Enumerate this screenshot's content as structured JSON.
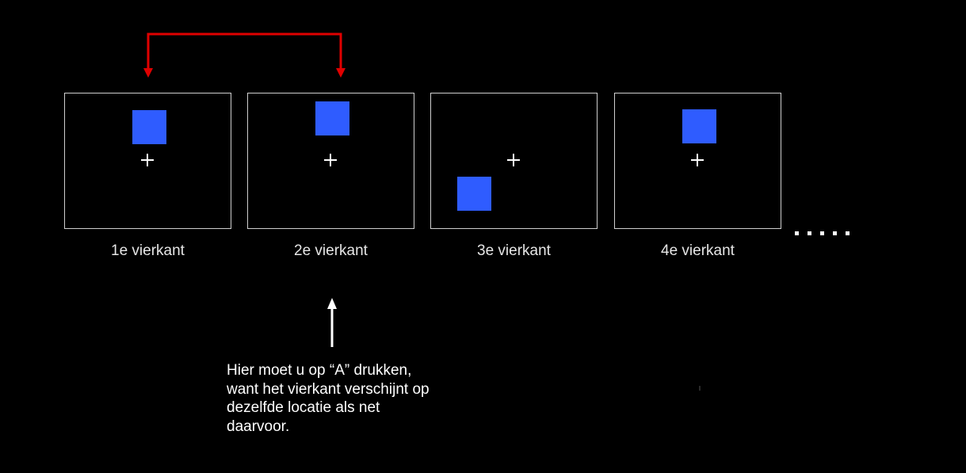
{
  "panels": [
    {
      "label": "1e vierkant"
    },
    {
      "label": "2e vierkant"
    },
    {
      "label": "3e vierkant"
    },
    {
      "label": "4e vierkant"
    }
  ],
  "continuation": ".....",
  "instruction": {
    "lines": [
      "Hier moet u op “A” drukken,",
      "want het vierkant verschijnt op",
      "dezelfde locatie als net",
      "daarvoor."
    ]
  },
  "colors": {
    "background": "#000000",
    "square": "#2f5cff",
    "frame": "#cfcfcf",
    "comparison_arrow": "#e00000",
    "pointer_arrow": "#ffffff"
  },
  "icons": {
    "fixation": "plus-cross-icon",
    "comparison": "bracket-arrow-icon",
    "pointer": "up-arrow-icon"
  }
}
